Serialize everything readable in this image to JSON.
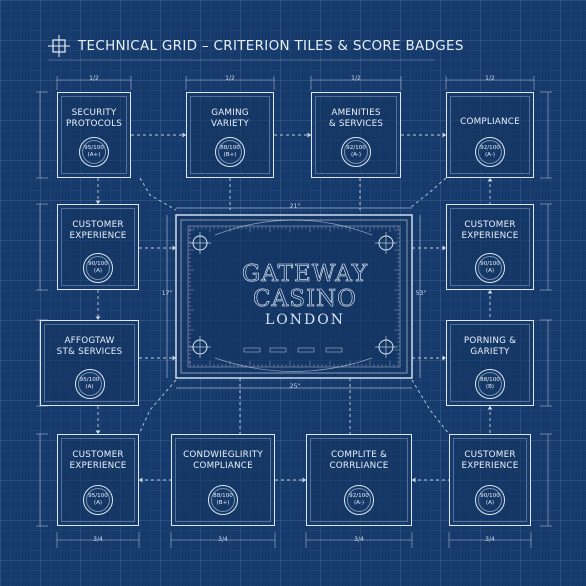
{
  "title": "TECHNICAL GRID – CRITERION TILES & SCORE BADGES",
  "title_icon": "crosshair-icon",
  "center_panel": {
    "line1": "GATEWAY",
    "line2": "CASINO",
    "line3": "LONDON",
    "dim_top": "21\"",
    "dim_bottom": "25\"",
    "dim_left": "17\"",
    "dim_right": "53\""
  },
  "tiles": [
    {
      "label": "SECURITY\nPROTOCOLS",
      "score": "95/100",
      "grade": "(A+)"
    },
    {
      "label": "GAMING\nVARIETY",
      "score": "88/100",
      "grade": "(B+)"
    },
    {
      "label": "AMENITIES\n& SERVICES",
      "score": "92/100",
      "grade": "(A-)"
    },
    {
      "label": "COMPLIANCE",
      "score": "92/100",
      "grade": "(A-)"
    },
    {
      "label": "CUSTOMER\nEXPERIENCE",
      "score": "90/100",
      "grade": "(A)"
    },
    {
      "label": "CUSTOMER\nEXPERIENCE",
      "score": "90/100",
      "grade": "(A)"
    },
    {
      "label": "AFFOGTAW\nST& SERVICES",
      "score": "95/100",
      "grade": "(A)"
    },
    {
      "label": "PORNING &\nGARIETY",
      "score": "88/100",
      "grade": "(B)"
    },
    {
      "label": "CUSTOMER\nEXPERIENCE",
      "score": "95/100",
      "grade": "(A)"
    },
    {
      "label": "CONDWIEGLIRITY\nCOMPLIANCE",
      "score": "88/100",
      "grade": "(B+)"
    },
    {
      "label": "COMPLITE &\nCORRLIANCE",
      "score": "92/100",
      "grade": "(A-)"
    },
    {
      "label": "CUSTOMER\nEXPERIENCE",
      "score": "90/100",
      "grade": "(A)"
    }
  ],
  "dim_labels": {
    "half": "1/2",
    "three_quarter": "3/4"
  },
  "colors": {
    "background": "#163a6b",
    "line": "#dde8f6",
    "text": "#e9f1fc"
  }
}
